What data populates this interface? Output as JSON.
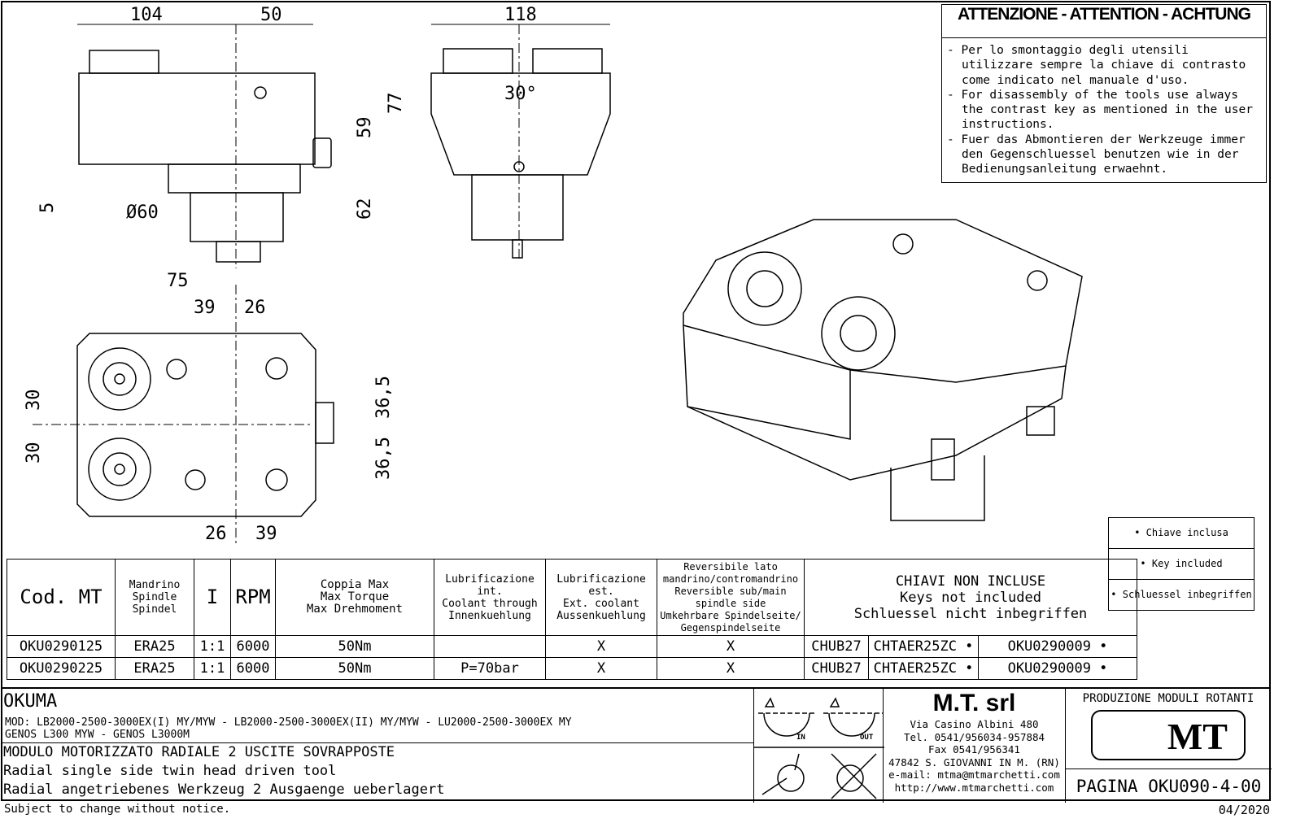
{
  "drawing": {
    "dims_front": [
      "104",
      "50",
      "77",
      "59",
      "5",
      "Ø60",
      "62"
    ],
    "dims_side": [
      "118",
      "30°"
    ],
    "dims_top": [
      "75",
      "39",
      "26",
      "30",
      "30",
      "36,5",
      "36,5",
      "26",
      "39"
    ]
  },
  "warning": {
    "title": "ATTENZIONE - ATTENTION - ACHTUNG",
    "items": [
      "- Per lo smontaggio degli utensili utilizzare sempre la chiave di contrasto come indicato nel manuale d'uso.",
      "- For disassembly of the tools use always the contrast key as mentioned in the user instructions.",
      "- Fuer das Abmontieren der Werkzeuge immer den Gegenschluessel benutzen wie in der Bedienungsanleitung erwaehnt."
    ]
  },
  "keys_legend": [
    "• Chiave inclusa",
    "• Key included",
    "• Schluessel inbegriffen"
  ],
  "table": {
    "headers": [
      "Cod. MT",
      "Mandrino\nSpindle\nSpindel",
      "I",
      "RPM",
      "Coppia Max\nMax Torque\nMax Drehmoment",
      "Lubrificazione int.\nCoolant through\nInnenkuehlung",
      "Lubrificazione est.\nExt. coolant\nAussenkuehlung",
      "Reversibile lato\nmandrino/contromandrino\nReversible sub/main\nspindle side\nUmkehrbare Spindelseite/\nGegenspindelseite",
      "CHIAVI NON INCLUSE\nKeys not included\nSchluessel nicht inbegriffen"
    ],
    "rows": [
      [
        "OKU0290125",
        "ERA25",
        "1:1",
        "6000",
        "50Nm",
        "",
        "X",
        "X",
        "CHUB27",
        "CHTAER25ZC •",
        "OKU0290009 •"
      ],
      [
        "OKU0290225",
        "ERA25",
        "1:1",
        "6000",
        "50Nm",
        "P=70bar",
        "X",
        "X",
        "CHUB27",
        "CHTAER25ZC •",
        "OKU0290009 •"
      ]
    ]
  },
  "title_block": {
    "brand": "OKUMA",
    "models": "MOD: LB2000-2500-3000EX(I) MY/MYW - LB2000-2500-3000EX(II) MY/MYW - LU2000-2500-3000EX MY",
    "models2": "GENOS L300 MYW - GENOS L3000M",
    "desc_it": "MODULO MOTORIZZATO RADIALE 2 USCITE SOVRAPPOSTE",
    "desc_en": "Radial single side twin head driven tool",
    "desc_de": "Radial angetriebenes Werkzeug 2 Ausgaenge ueberlagert",
    "rot_in": "IN",
    "rot_out": "OUT",
    "company": "M.T. srl",
    "address": [
      "Via Casino Albini 480",
      "Tel. 0541/956034-957884",
      "Fax 0541/956341",
      "47842 S. GIOVANNI IN M. (RN)",
      "e-mail: mtma@mtmarchetti.com",
      "http://www.mtmarchetti.com"
    ],
    "production": "PRODUZIONE MODULI ROTANTI",
    "logo": "MT",
    "page": "PAGINA OKU090-4-00"
  },
  "footer": {
    "notice": "Subject to change without notice.",
    "date": "04/2020"
  }
}
